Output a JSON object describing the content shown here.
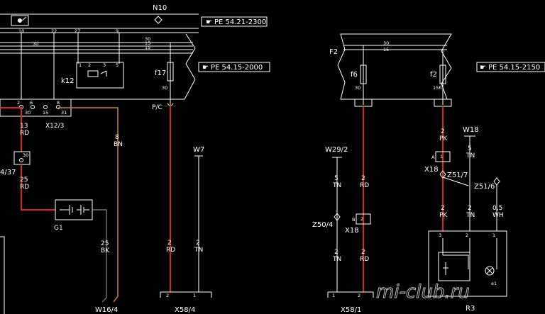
{
  "labels": {
    "n10": "N10",
    "k12": "k12",
    "f17": "f17",
    "f17_pin": "30",
    "f17_b": "30",
    "x12_3": "X12/3",
    "pc": "P/C",
    "f2_block": "F2",
    "f6": "f6",
    "f2": "f2",
    "f6_pin": "30",
    "f2_pin": "15R",
    "w7": "W7",
    "w18": "W18",
    "w29_2": "W29/2",
    "x18_a": "X18",
    "x18_b": "X18",
    "z51_7": "Z51/7",
    "z51_6": "Z51/6",
    "z50_4": "Z50/4",
    "g1": "G1",
    "w16_4": "W16/4",
    "x58_4": "X58/4",
    "x58_1": "X58/1",
    "r3": "R3",
    "e1": "e1",
    "left_frag": "4/37"
  },
  "refs": {
    "ref1": "PE 54.21-2300",
    "ref2": "PE 54.15-2000",
    "ref3": "PE 54.15-2150"
  },
  "pins": {
    "n10_10": "10",
    "n10_22": "22",
    "n10_27": "27",
    "n10_9": "9",
    "bus_30a": "30",
    "bus_15a": "15",
    "bus_30b": "30",
    "bus_15b": "15",
    "bus_30c": "30",
    "bus_30d": "30",
    "bus_15c": "15",
    "k12_1": "1",
    "k12_2": "2",
    "k12_3": "3",
    "k12_5": "5",
    "x12_2": "2",
    "x12_30": "30",
    "x12_15": "15",
    "x12_31": "31",
    "x12_8": "8",
    "x12_6": "6",
    "conn30": "30",
    "r3_3": "3",
    "r3_2": "2",
    "r3_1": "1",
    "x58_4_2": "2",
    "x58_4_1": "1",
    "x58_1_1": "1",
    "x58_1_2": "2",
    "x18_a_1": "1",
    "x18_a_a": "A",
    "x18_b_2": "2",
    "x18_b_b": "B"
  },
  "wires": {
    "w13rd": "13",
    "w13rd_c": "RD",
    "w25rd": "25",
    "w25rd_c": "RD",
    "w8bn": "8",
    "w8bn_c": "BN",
    "w25bk": "25",
    "w25bk_c": "BK",
    "w2rd_a": "2",
    "w2rd_a_c": "RD",
    "w2tn_a": "2",
    "w2tn_a_c": "TN",
    "w5tn_a": "5",
    "w5tn_a_c": "TN",
    "w2rd_b": "2",
    "w2rd_b_c": "RD",
    "w2tn_b": "2",
    "w2tn_b_c": "TN",
    "w2rd_c": "2",
    "w2rd_c_c": "RD",
    "w2pk_a": "2",
    "w2pk_a_c": "PK",
    "w5tn_b": "5",
    "w5tn_b_c": "TN",
    "w2pk_b": "2",
    "w2pk_b_c": "PK",
    "w2tn_c": "2",
    "w2tn_c_c": "TN",
    "w05wh": "0,5",
    "w05wh_c": "WH"
  },
  "watermark": "mi-club.ru",
  "colors": {
    "background": "#000000",
    "line": "#ffffff",
    "red_wire": "#dd2222",
    "brown_wire": "#c8823a"
  }
}
